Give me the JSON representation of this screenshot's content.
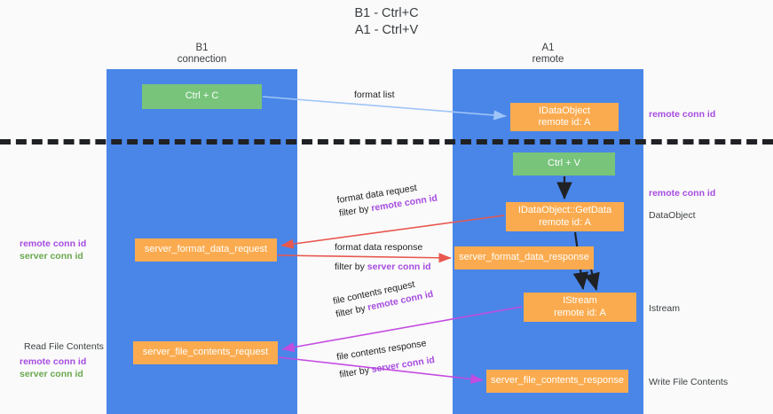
{
  "title": "B1 - Ctrl+C\nA1 - Ctrl+V",
  "lanes": {
    "left": {
      "header": "B1\nconnection",
      "color": "#4a86e8"
    },
    "right": {
      "header": "A1\nremote",
      "color": "#4a86e8"
    }
  },
  "nodes": {
    "ctrl_c": "Ctrl + C",
    "data_object": "IDataObject\nremote id: A",
    "ctrl_v": "Ctrl + V",
    "get_data": "IDataObject::GetData\nremote id: A",
    "server_format_data_request": "server_format_data_request",
    "server_format_data_response": "server_format_data_response",
    "istream": "IStream\nremote id: A",
    "server_file_contents_request": "server_file_contents_request",
    "server_file_contents_response": "server_file_contents_response"
  },
  "edge_captions": {
    "format_list": "format list",
    "format_data_request": "format data request",
    "format_data_request_filter_prefix": "filter by ",
    "format_data_request_filter_key": "remote conn id",
    "format_data_response": "format data response",
    "format_data_response_filter_prefix": "filter by ",
    "format_data_response_filter_key": "server conn id",
    "file_contents_request": "file contents request",
    "file_contents_request_filter_prefix": "filter by ",
    "file_contents_request_filter_key": "remote conn id",
    "file_contents_response": "file contents response",
    "file_contents_response_filter_prefix": "filter by ",
    "file_contents_response_filter_key": "server conn id"
  },
  "annotations": {
    "left": {
      "remote_conn_id_1": "remote conn id",
      "server_conn_id_1": "server conn id",
      "read_file_contents": "Read File Contents",
      "remote_conn_id_2": "remote conn id",
      "server_conn_id_2": "server conn id"
    },
    "right": {
      "remote_conn_id_1": "remote conn id",
      "remote_conn_id_2": "remote conn id",
      "data_object": "DataObject",
      "istream": "Istream",
      "write_file_contents": "Write File Contents"
    }
  },
  "colors": {
    "lane": "#4a86e8",
    "green_node": "#77c47a",
    "orange_node": "#fbab4f",
    "remote_conn_id": "#a64ce0",
    "server_conn_id": "#6aa84f",
    "edge_blue": "#9fc5f8",
    "edge_red": "#e8584f",
    "edge_magenta": "#c44ce0",
    "edge_dark": "#202124",
    "background": "#fafafa"
  }
}
